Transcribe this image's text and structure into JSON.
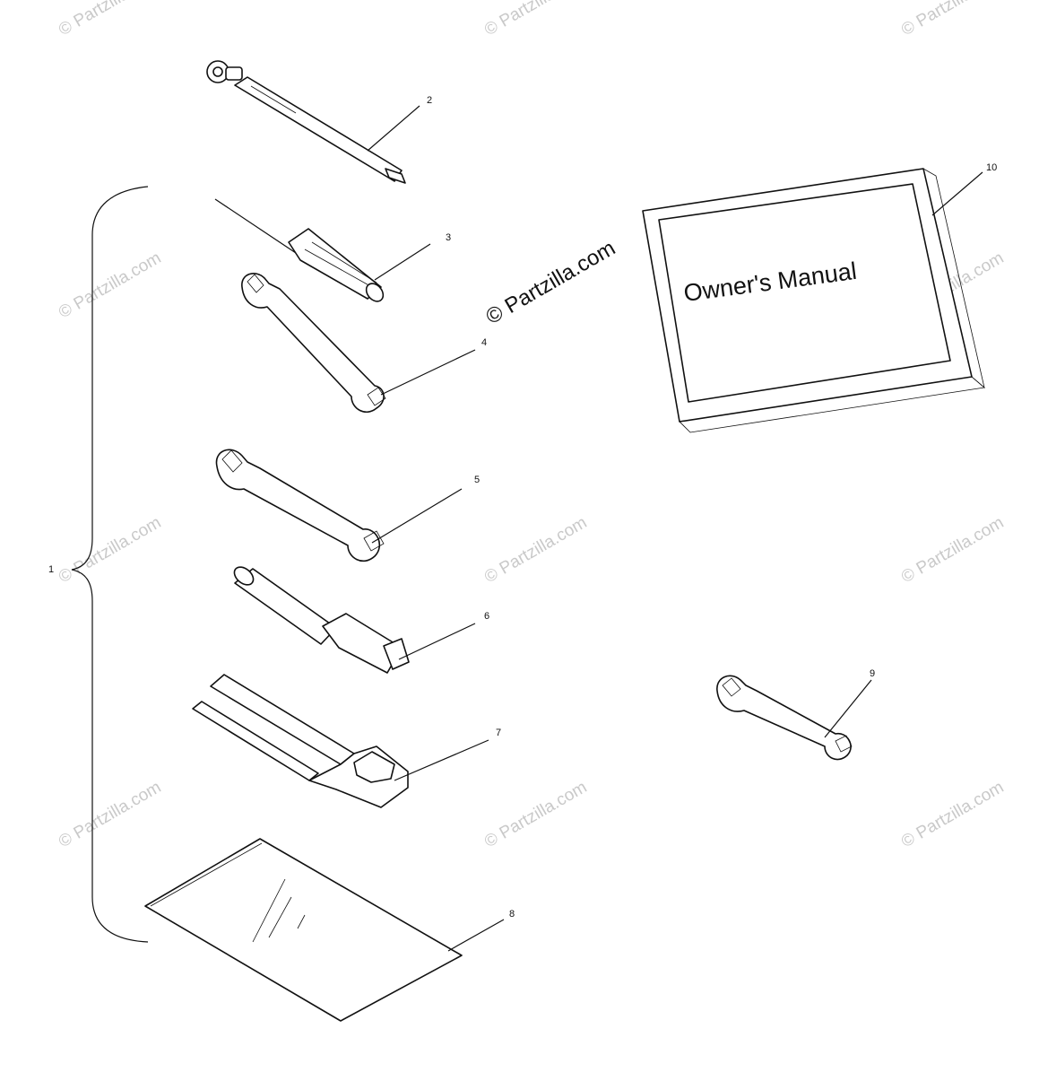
{
  "watermark": {
    "text": "© Partzilla.com",
    "prominent_text": "© Partzilla.com"
  },
  "manual": {
    "title": "Owner's Manual"
  },
  "callouts": {
    "c1": "1",
    "c2": "2",
    "c3": "3",
    "c4": "4",
    "c5": "5",
    "c6": "6",
    "c7": "7",
    "c8": "8",
    "c9": "9",
    "c10": "10"
  },
  "colors": {
    "line": "#111111",
    "watermark": "#c9c9c9",
    "background": "#ffffff"
  }
}
